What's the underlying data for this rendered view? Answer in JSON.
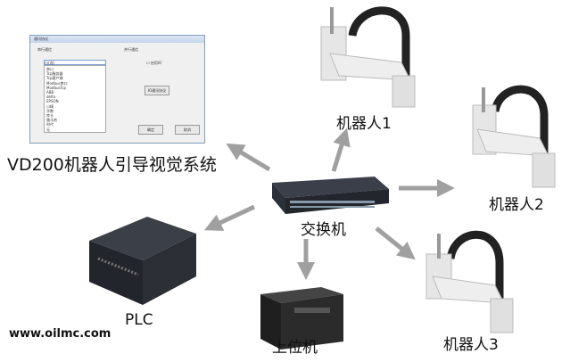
{
  "dialog": {
    "title": "通讯协议",
    "serial_group": "串行通信",
    "parallel_group": "并行通信",
    "selected": "口(选)",
    "options": [
      "串口",
      "Tcp服务器",
      "Tcp客户端",
      "Modbus串口",
      "ModbusTcp",
      "ABB",
      "delta",
      "EPSON",
      "川崎",
      "华数",
      "库卡",
      "雅马哈",
      "时代",
      "无"
    ],
    "enable_io": "启用IO",
    "io_button": "IO通讯协议",
    "ok": "确定",
    "cancel": "取消"
  },
  "nodes": {
    "vision_system": "VD200机器人引导视觉系统",
    "robot1": "机器人1",
    "robot2": "机器人2",
    "robot3": "机器人3",
    "switch": "交换机",
    "plc": "PLC",
    "pc": "上位机"
  },
  "website": "www.oilmc.com",
  "colors": {
    "arrow": "#a0a0a0",
    "robot": "#e8e8e8",
    "cable": "#222222",
    "device": "#2a2d35"
  }
}
